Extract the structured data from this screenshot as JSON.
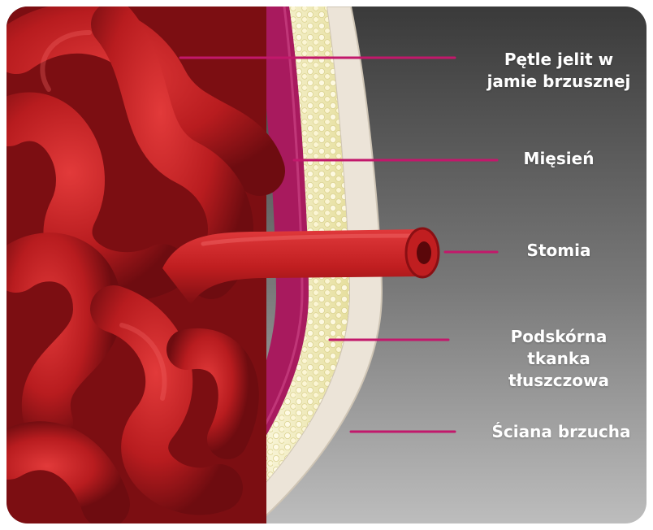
{
  "colors": {
    "background_dark": "#3a3a3a",
    "background_light": "#bdbdbd",
    "intestine": "#c01e20",
    "muscle": "#a81a5e",
    "fat_tissue": "#f3f0c8",
    "skin": "#ece4d8",
    "leader_line": "#c2186b",
    "label_text": "#ffffff"
  },
  "labels": [
    {
      "id": "intestines",
      "text": "Pętle jelit w jamie brzusznej"
    },
    {
      "id": "muscle",
      "text": "Mięsień"
    },
    {
      "id": "stoma",
      "text": "Stomia"
    },
    {
      "id": "fat",
      "text": "Podskórna tkanka tłuszczowa"
    },
    {
      "id": "wall",
      "text": "Ściana brzucha"
    }
  ]
}
